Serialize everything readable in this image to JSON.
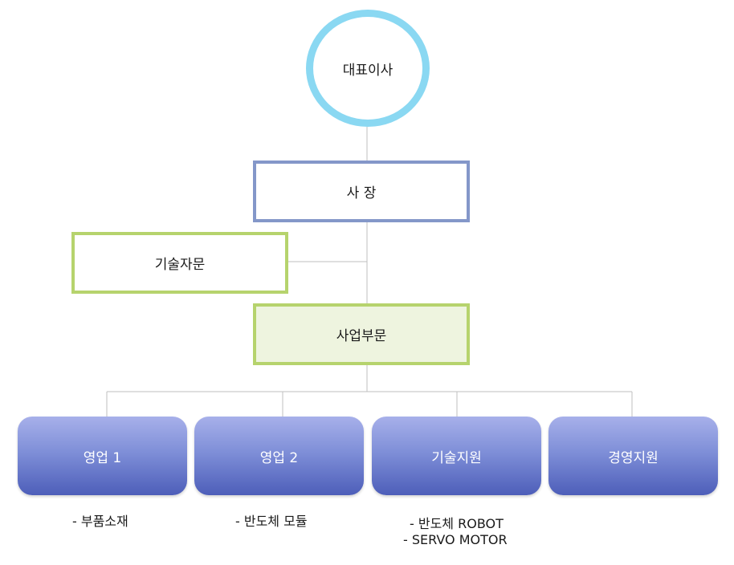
{
  "nodes": {
    "ceo": "대표이사",
    "president": "사 장",
    "advisory": "기술자문",
    "business": "사업부문"
  },
  "departments": [
    {
      "label": "영업 1",
      "notes": [
        "- 부품소재"
      ]
    },
    {
      "label": "영업 2",
      "notes": [
        "- 반도체 모듈"
      ]
    },
    {
      "label": "기술지원",
      "notes": [
        "- 반도체 ROBOT",
        "- SERVO MOTOR"
      ]
    },
    {
      "label": "경영지원",
      "notes": []
    }
  ],
  "colors": {
    "ceo_border": "#8ad8f2",
    "president_border": "#8497c9",
    "advisory_border": "#b6d36d",
    "business_fill": "#eef4df",
    "dept_gradient_top": "#a7b0ea",
    "dept_gradient_bottom": "#4d5eb9",
    "connector": "#bfbfbf"
  }
}
